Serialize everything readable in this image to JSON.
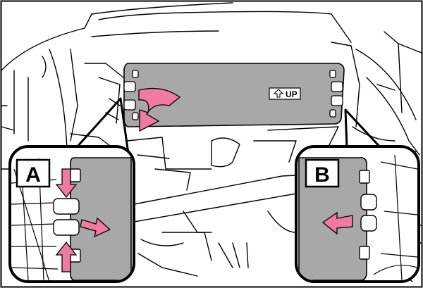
{
  "figure": {
    "description_free": true,
    "callouts": [
      {
        "id": "A",
        "letter": "A"
      },
      {
        "id": "B",
        "letter": "B"
      }
    ],
    "cover_label": "UP",
    "colors": {
      "line": "#000000",
      "cover_fill": "#a8a8a8",
      "arrow_fill": "#f07aa0",
      "background": "#ffffff",
      "frame": "#000000"
    },
    "icons": [
      "up-arrow-icon",
      "push-down-arrow-icon",
      "push-up-arrow-icon",
      "pull-out-arrow-icon",
      "slide-left-arrow-icon",
      "tilt-cover-arrow-icon"
    ]
  }
}
